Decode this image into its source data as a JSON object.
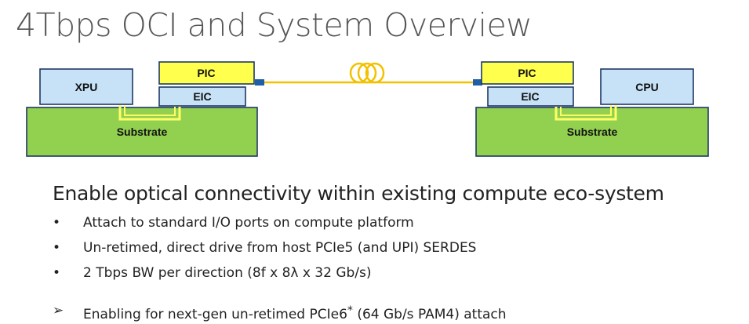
{
  "title": "4Tbps OCI and System Overview",
  "diagram": {
    "left": {
      "xpu": "XPU",
      "pic": "PIC",
      "eic": "EIC",
      "substrate": "Substrate"
    },
    "right": {
      "cpu": "CPU",
      "pic": "PIC",
      "eic": "EIC",
      "substrate": "Substrate"
    },
    "colors": {
      "chip_fill": "#c7e1f7",
      "pic_fill": "#ffff4d",
      "substrate_fill": "#92d050",
      "fiber": "#f2c200",
      "connector": "#1f5fa8",
      "trace": "#ffff66"
    }
  },
  "subtitle": "Enable optical connectivity within existing compute eco-system",
  "bullets": [
    {
      "marker": "•",
      "text": "Attach to standard I/O ports on compute platform"
    },
    {
      "marker": "•",
      "text": "Un-retimed, direct drive from host PCIe5 (and UPI) SERDES"
    },
    {
      "marker": "•",
      "text": "2 Tbps BW per direction (8f x 8λ x 32 Gb/s)"
    }
  ],
  "arrow_item": {
    "marker": "➢",
    "text": "Enabling for next-gen un-retimed PCIe6",
    "sup": "*",
    "suffix": " (64 Gb/s PAM4) attach"
  }
}
